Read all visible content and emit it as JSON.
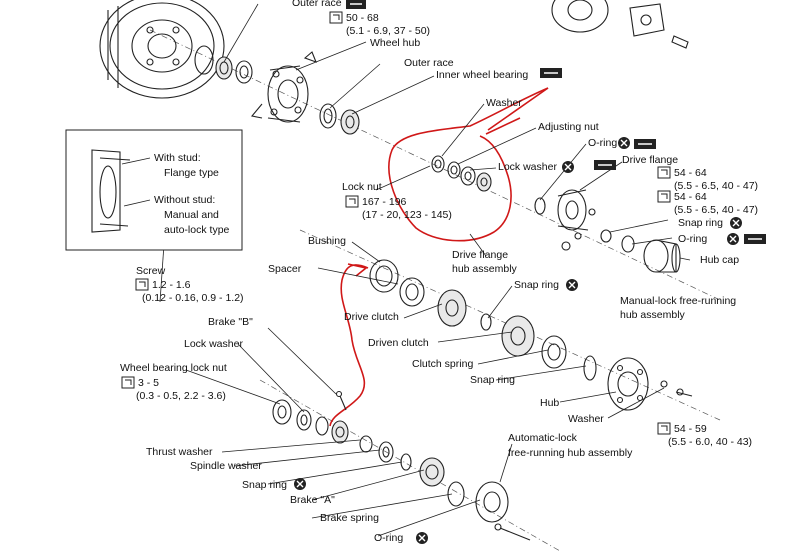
{
  "labels": {
    "outer_race_top": "Outer race",
    "wheel_hub": "Wheel hub",
    "outer_race": "Outer race",
    "inner_wheel_bearing": "Inner wheel bearing",
    "washer_top": "Washer",
    "adjusting_nut": "Adjusting nut",
    "o_ring_top": "O-ring",
    "lock_washer_top": "Lock washer",
    "drive_flange": "Drive flange",
    "lock_nut": "Lock nut",
    "snap_ring_right": "Snap ring",
    "o_ring_right": "O-ring",
    "hub_cap": "Hub cap",
    "bushing": "Bushing",
    "drive_flange_hub_1": "Drive flange",
    "drive_flange_hub_2": "hub assembly",
    "spacer": "Spacer",
    "snap_ring_mid": "Snap ring",
    "screw": "Screw",
    "manual_lock_1": "Manual-lock free-running",
    "manual_lock_2": "hub assembly",
    "drive_clutch": "Drive clutch",
    "brake_b": "Brake \"B\"",
    "driven_clutch": "Driven clutch",
    "lock_washer_left": "Lock washer",
    "clutch_spring": "Clutch spring",
    "snap_ring_lower": "Snap ring",
    "wheel_bearing_lock_nut": "Wheel bearing lock nut",
    "hub": "Hub",
    "washer_lower": "Washer",
    "thrust_washer": "Thrust washer",
    "automatic_lock_1": "Automatic-lock",
    "automatic_lock_2": "free-running hub assembly",
    "spindle_washer": "Spindle washer",
    "snap_ring_bottom": "Snap ring",
    "brake_a": "Brake \"A\"",
    "brake_spring": "Brake spring",
    "o_ring_bottom": "O-ring"
  },
  "inset": {
    "with_stud_1": "With stud:",
    "with_stud_2": "Flange type",
    "without_stud_1": "Without stud:",
    "without_stud_2": "Manual and",
    "without_stud_3": "auto-lock type"
  },
  "torques": {
    "top_1": "50 - 68",
    "top_2": "(5.1 - 6.9, 37 - 50)",
    "locknut_1": "167 - 196",
    "locknut_2": "(17 - 20, 123 - 145)",
    "flange_a_1": "54 - 64",
    "flange_a_2": "(5.5 - 6.5, 40 - 47)",
    "flange_b_1": "54 - 64",
    "flange_b_2": "(5.5 - 6.5, 40 - 47)",
    "screw_1": "1.2 - 1.6",
    "screw_2": "(0.12 - 0.16, 0.9 - 1.2)",
    "bearing_nut_1": "3 - 5",
    "bearing_nut_2": "(0.3 - 0.5, 2.2 - 3.6)",
    "hub_bolt_1": "54 - 59",
    "hub_bolt_2": "(5.5 - 6.0, 40 - 43)"
  },
  "colors": {
    "annotation": "#d01818",
    "line": "#222222"
  }
}
